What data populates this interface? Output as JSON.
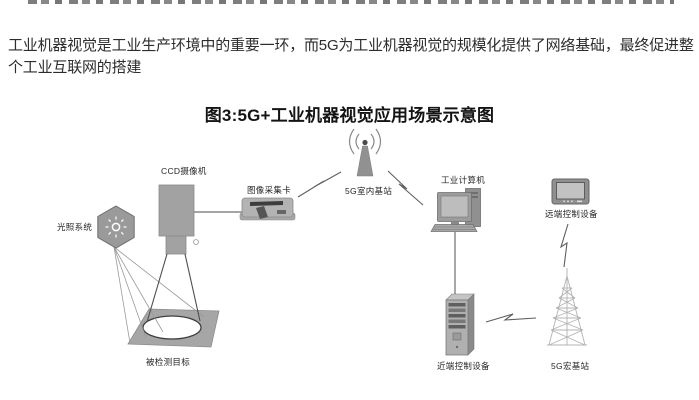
{
  "document": {
    "intro_paragraph": "工业机器视觉是工业生产环境中的重要一环，而5G为工业机器视觉的规模化提供了网络基础，最终促进整个工业互联网的搭建",
    "figure_title": "图3:5G+工业机器视觉应用场景示意图"
  },
  "diagram": {
    "labels": {
      "lighting_system": "光照系统",
      "ccd_camera": "CCD摄像机",
      "image_capture_card": "图像采集卡",
      "indoor_base_station": "5G室内基站",
      "industrial_computer": "工业计算机",
      "remote_control_device": "远端控制设备",
      "near_control_device": "近端控制设备",
      "macro_base_station": "5G宏基站",
      "inspection_target": "被检测目标"
    },
    "colors": {
      "shape_fill": "#a2a2a2",
      "shape_stroke": "#7a7a7a",
      "connector": "#6f6f6f",
      "text": "#2d2d2d"
    }
  }
}
